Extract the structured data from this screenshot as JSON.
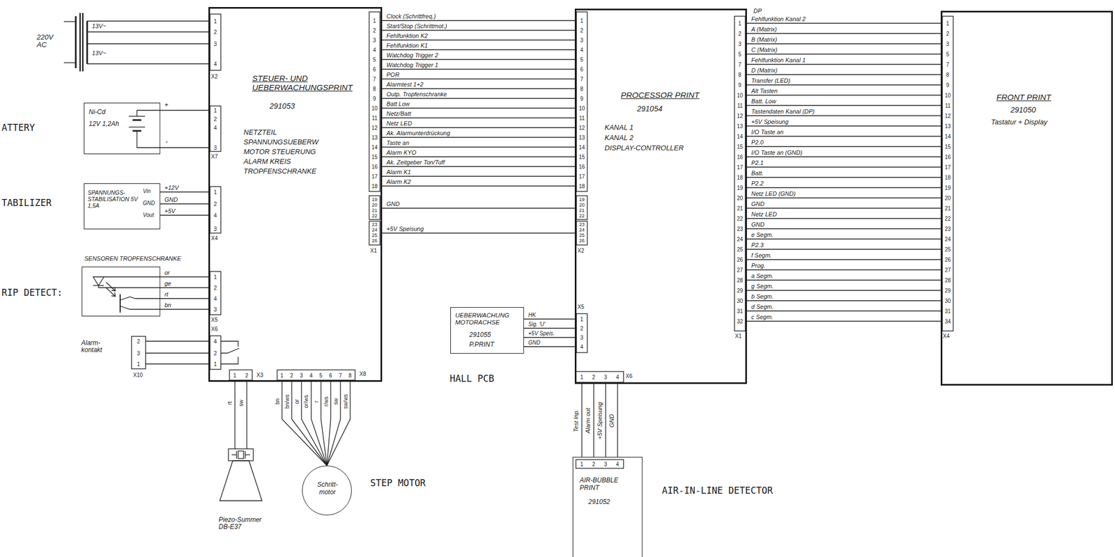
{
  "diagram": {
    "nodes": [
      {
        "text": [
          "STEUER- UND UEBERWACHUNGSPRINT",
          "291053",
          "NETZTEIL",
          "SPANNUNGSUEBERW",
          "MOTOR STEUERUNG",
          "ALARM KREIS",
          "TROPFENSCHRANKE"
        ]
      },
      {
        "text": [
          "PROCESSOR PRINT",
          "291054",
          "KANAL 1",
          "KANAL 2",
          "DISPLAY-CONTROLLER"
        ]
      },
      {
        "text": [
          "FRONT PRINT",
          "291050",
          "Tastatur + Display"
        ]
      },
      {
        "text": [
          "ATTERY",
          "Ni-Cd",
          "12V 1,2Ah"
        ]
      },
      {
        "text": [
          "TABILIZER",
          "SPANNUNGS- STABILISATION 5V 1,5A",
          "Vin",
          "GND",
          "Vout"
        ]
      },
      {
        "text": [
          "RIP DETECT:",
          "SENSOREN TROPFENSCHRANKE"
        ]
      },
      {
        "text": [
          "UEBERWACHUNG MOTORACHSE",
          "291055",
          "P.PRINT",
          "HALL PCB"
        ]
      },
      {
        "text": [
          "AIR-BUBBLE PRINT",
          "291052",
          "AIR-IN-LINE DETECTOR"
        ]
      },
      {
        "text": [
          "Schritt- motor",
          "STEP MOTOR"
        ]
      }
    ],
    "edges": [
      {
        "from": 0,
        "to": 1,
        "arrow": "none",
        "label": "Clock (Schrittfreq.)"
      },
      {
        "from": 0,
        "to": 1,
        "arrow": "none",
        "label": "Start/Stop (Schrittmot.)"
      },
      {
        "from": 0,
        "to": 1,
        "arrow": "none",
        "label": "Fehlfunktion K2"
      },
      {
        "from": 0,
        "to": 1,
        "arrow": "none",
        "label": "Fehlfunktion K1"
      },
      {
        "from": 0,
        "to": 1,
        "arrow": "none",
        "label": "Watchdog Trigger 2"
      },
      {
        "from": 0,
        "to": 1,
        "arrow": "none",
        "label": "Watchdog Trigger 1"
      },
      {
        "from": 0,
        "to": 1,
        "arrow": "none",
        "label": "POR"
      },
      {
        "from": 0,
        "to": 1,
        "arrow": "none",
        "label": "Alarmtest 1+2"
      },
      {
        "from": 0,
        "to": 1,
        "arrow": "none",
        "label": "Outp. Tropfenschranke"
      },
      {
        "from": 0,
        "to": 1,
        "arrow": "none",
        "label": "Batt Low"
      },
      {
        "from": 0,
        "to": 1,
        "arrow": "none",
        "label": "Netz/Batt"
      },
      {
        "from": 0,
        "to": 1,
        "arrow": "none",
        "label": "Netz LED"
      },
      {
        "from": 0,
        "to": 1,
        "arrow": "none",
        "label": "Ak. Alarmunterdrückung"
      },
      {
        "from": 0,
        "to": 1,
        "arrow": "none",
        "label": "Taste an"
      },
      {
        "from": 0,
        "to": 1,
        "arrow": "none",
        "label": "Alarm KYO"
      },
      {
        "from": 0,
        "to": 1,
        "arrow": "none",
        "label": "Ak. Zeitgeber Ton/Tuff"
      },
      {
        "from": 0,
        "to": 1,
        "arrow": "none",
        "label": "Alarm K1"
      },
      {
        "from": 0,
        "to": 1,
        "arrow": "none",
        "label": "Alarm K2"
      },
      {
        "from": 0,
        "to": 1,
        "arrow": "none",
        "label": "GND"
      },
      {
        "from": 0,
        "to": 1,
        "arrow": "none",
        "label": "+5V Speisung"
      },
      {
        "from": 1,
        "to": 2,
        "arrow": "none",
        "label": "Fehlfunktion Kanal 2"
      },
      {
        "from": 1,
        "to": 2,
        "arrow": "none",
        "label": "A (Matrix)"
      },
      {
        "from": 1,
        "to": 2,
        "arrow": "none",
        "label": "B (Matrix)"
      },
      {
        "from": 1,
        "to": 2,
        "arrow": "none",
        "label": "C (Matrix)"
      },
      {
        "from": 1,
        "to": 2,
        "arrow": "none",
        "label": "Fehlfunktion Kanal 1"
      },
      {
        "from": 1,
        "to": 2,
        "arrow": "none",
        "label": "D (Matrix)"
      },
      {
        "from": 1,
        "to": 2,
        "arrow": "none",
        "label": "Transfer (LED)"
      },
      {
        "from": 1,
        "to": 2,
        "arrow": "none",
        "label": "Alt Tasten"
      },
      {
        "from": 1,
        "to": 2,
        "arrow": "none",
        "label": "Batt. Low"
      },
      {
        "from": 1,
        "to": 2,
        "arrow": "none",
        "label": "Tastendaten Kanal (DP)"
      },
      {
        "from": 1,
        "to": 2,
        "arrow": "none",
        "label": "+5V Speisung"
      },
      {
        "from": 1,
        "to": 2,
        "arrow": "none",
        "label": "I/O Taste an"
      },
      {
        "from": 1,
        "to": 2,
        "arrow": "none",
        "label": "P2.0"
      },
      {
        "from": 1,
        "to": 2,
        "arrow": "none",
        "label": "I/O Taste an (GND)"
      },
      {
        "from": 1,
        "to": 2,
        "arrow": "none",
        "label": "P2.1"
      },
      {
        "from": 1,
        "to": 2,
        "arrow": "none",
        "label": "Batt."
      },
      {
        "from": 1,
        "to": 2,
        "arrow": "none",
        "label": "P2.2"
      },
      {
        "from": 1,
        "to": 2,
        "arrow": "none",
        "label": "Netz LED (GND)"
      },
      {
        "from": 1,
        "to": 2,
        "arrow": "none",
        "label": "GND"
      },
      {
        "from": 1,
        "to": 2,
        "arrow": "none",
        "label": "Netz LED"
      },
      {
        "from": 1,
        "to": 2,
        "arrow": "none",
        "label": "GND"
      },
      {
        "from": 1,
        "to": 2,
        "arrow": "none",
        "label": "e Segm."
      },
      {
        "from": 1,
        "to": 2,
        "arrow": "none",
        "label": "P2.3"
      },
      {
        "from": 1,
        "to": 2,
        "arrow": "none",
        "label": "f Segm."
      },
      {
        "from": 1,
        "to": 2,
        "arrow": "none",
        "label": "Prog."
      },
      {
        "from": 1,
        "to": 2,
        "arrow": "none",
        "label": "a Segm."
      },
      {
        "from": 1,
        "to": 2,
        "arrow": "none",
        "label": "g Segm."
      },
      {
        "from": 1,
        "to": 2,
        "arrow": "none",
        "label": "b Segm."
      },
      {
        "from": 1,
        "to": 2,
        "arrow": "none",
        "label": "d Segm."
      },
      {
        "from": 1,
        "to": 2,
        "arrow": "none",
        "label": "c Segm."
      },
      {
        "from": 3,
        "to": 0,
        "arrow": "none"
      },
      {
        "from": 3,
        "to": 0,
        "arrow": "none"
      },
      {
        "from": 4,
        "to": 0,
        "arrow": "none",
        "label": "+12V"
      },
      {
        "from": 4,
        "to": 0,
        "arrow": "none",
        "label": "GND"
      },
      {
        "from": 4,
        "to": 0,
        "arrow": "none",
        "label": "+5V"
      },
      {
        "from": 5,
        "to": 0,
        "arrow": "none",
        "label": "or"
      },
      {
        "from": 5,
        "to": 0,
        "arrow": "none",
        "label": "ge"
      },
      {
        "from": 5,
        "to": 0,
        "arrow": "none",
        "label": "rt"
      },
      {
        "from": 5,
        "to": 0,
        "arrow": "none",
        "label": "bn"
      },
      {
        "from": 6,
        "to": 1,
        "arrow": "none",
        "label": "HK"
      },
      {
        "from": 6,
        "to": 1,
        "arrow": "none",
        "label": "Sig. 'U'"
      },
      {
        "from": 6,
        "to": 1,
        "arrow": "none",
        "label": "+5V Speis."
      },
      {
        "from": 6,
        "to": 1,
        "arrow": "none",
        "label": "GND"
      },
      {
        "from": 7,
        "to": 1,
        "arrow": "none",
        "label": "Test Inp."
      },
      {
        "from": 7,
        "to": 1,
        "arrow": "none",
        "label": "Alarm out"
      },
      {
        "from": 7,
        "to": 1,
        "arrow": "none",
        "label": "+5V Speisung"
      },
      {
        "from": 7,
        "to": 1,
        "arrow": "none",
        "label": "GND"
      },
      {
        "from": 8,
        "to": 0,
        "arrow": "none"
      }
    ],
    "labels": [
      "220V AC",
      "13V~",
      "13V~",
      "1",
      "2",
      "3",
      "4",
      "X2",
      "+",
      "-",
      "1",
      "2",
      "4",
      "3",
      "X7",
      "1",
      "2",
      "4",
      "3",
      "X4",
      "1",
      "2",
      "4",
      "3",
      "X5",
      "Alarm-kontakt",
      "2",
      "3",
      "1",
      "X10",
      "X6",
      "4",
      "2",
      "1",
      "1",
      "2",
      "3",
      "4",
      "5",
      "6",
      "7",
      "8",
      "9",
      "10",
      "11",
      "12",
      "13",
      "14",
      "15",
      "16",
      "17",
      "18",
      "19",
      "20",
      "21",
      "22",
      "23",
      "24",
      "25",
      "26",
      "X1",
      "1",
      "2",
      "X3",
      "rt",
      "sw",
      "Piezo-Summer DB-E37",
      "1",
      "2",
      "3",
      "4",
      "5",
      "6",
      "7",
      "8",
      "X8",
      "bn",
      "bn/ws",
      "or",
      "or/ws",
      "r",
      "r/ws",
      "sw",
      "sw/ws",
      "1",
      "2",
      "3",
      "4",
      "5",
      "6",
      "7",
      "8",
      "9",
      "10",
      "11",
      "12",
      "13",
      "14",
      "15",
      "16",
      "17",
      "18",
      "19",
      "20",
      "21",
      "22",
      "23",
      "24",
      "25",
      "26",
      "X2",
      "1",
      "2",
      "3",
      "4",
      "X5",
      "1",
      "2",
      "3",
      "5",
      "7",
      "8",
      "9",
      "10",
      "11",
      "12",
      "13",
      "14",
      "15",
      "16",
      "17",
      "18",
      "19",
      "20",
      "21",
      "22",
      "23",
      "24",
      "25",
      "26",
      "27",
      "28",
      "29",
      "30",
      "31",
      "32",
      "X1",
      "DP",
      "1",
      "2",
      "3",
      "4",
      "X6",
      "1",
      "2",
      "3",
      "4",
      "1",
      "2",
      "3",
      "5",
      "7",
      "8",
      "9",
      "10",
      "11",
      "12",
      "13",
      "14",
      "15",
      "16",
      "17",
      "18",
      "19",
      "20",
      "21",
      "22",
      "23",
      "24",
      "25",
      "26",
      "27",
      "28",
      "29",
      "30",
      "31",
      "34",
      "X4"
    ]
  }
}
